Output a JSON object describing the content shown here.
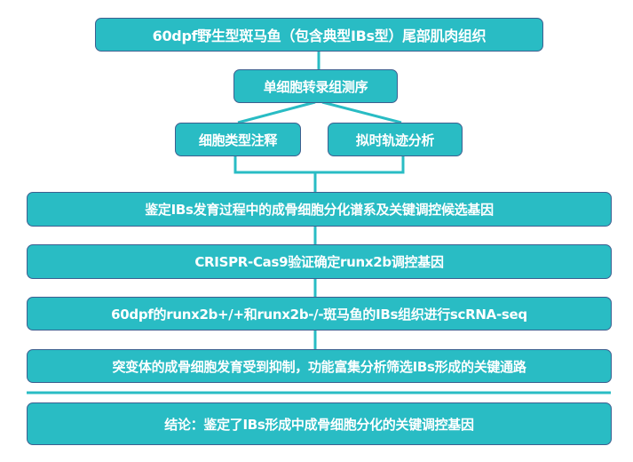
{
  "colors": {
    "box_fill": "#29bcc4",
    "box_border": "#3d5f8f",
    "connector": "#29bcc4"
  },
  "steps": {
    "source": "60dpf野生型斑马鱼（包含典型IBs型）尾部肌肉组织",
    "sequencing": "单细胞转录组测序",
    "annotation": "细胞类型注释",
    "trajectory": "拟时轨迹分析",
    "identify": "鉴定IBs发育过程中的成骨细胞分化谱系及关键调控候选基因",
    "crispr": "CRISPR-Cas9验证确定runx2b调控基因",
    "scrna": "60dpf的runx2b+/+和runx2b-/-斑马鱼的IBs组织进行scRNA-seq",
    "mutant": "突变体的成骨细胞发育受到抑制，功能富集分析筛选IBs形成的关键通路",
    "conclusion": "结论：鉴定了IBs形成中成骨细胞分化的关键调控基因"
  }
}
